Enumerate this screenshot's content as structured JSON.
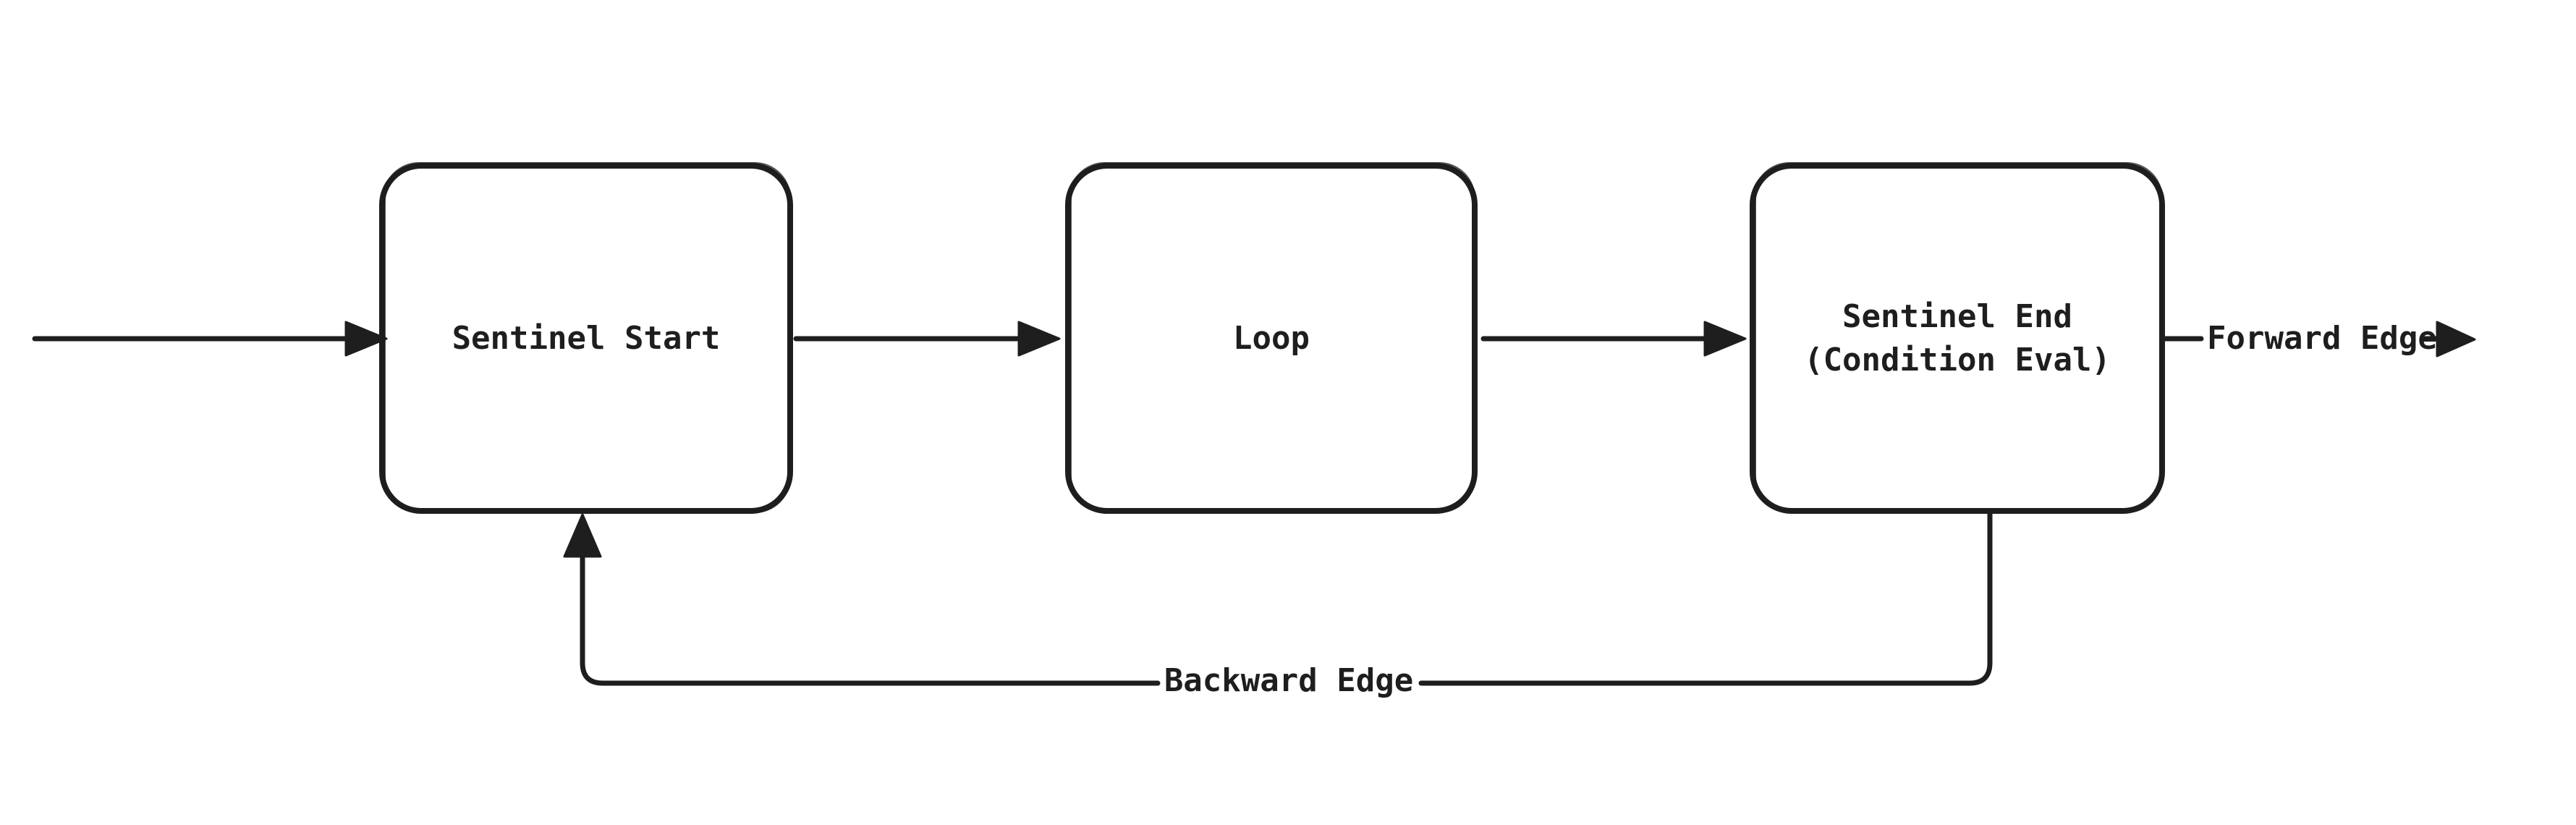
{
  "diagram": {
    "colors": {
      "stroke": "#1e1e1e",
      "background": "#ffffff"
    },
    "nodes": [
      {
        "id": "sentinel-start",
        "label": "Sentinel Start"
      },
      {
        "id": "loop",
        "label": "Loop"
      },
      {
        "id": "sentinel-end",
        "label": "Sentinel End\n(Condition Eval)"
      }
    ],
    "edge_labels": {
      "forward": "Forward Edge",
      "backward": "Backward Edge"
    }
  }
}
